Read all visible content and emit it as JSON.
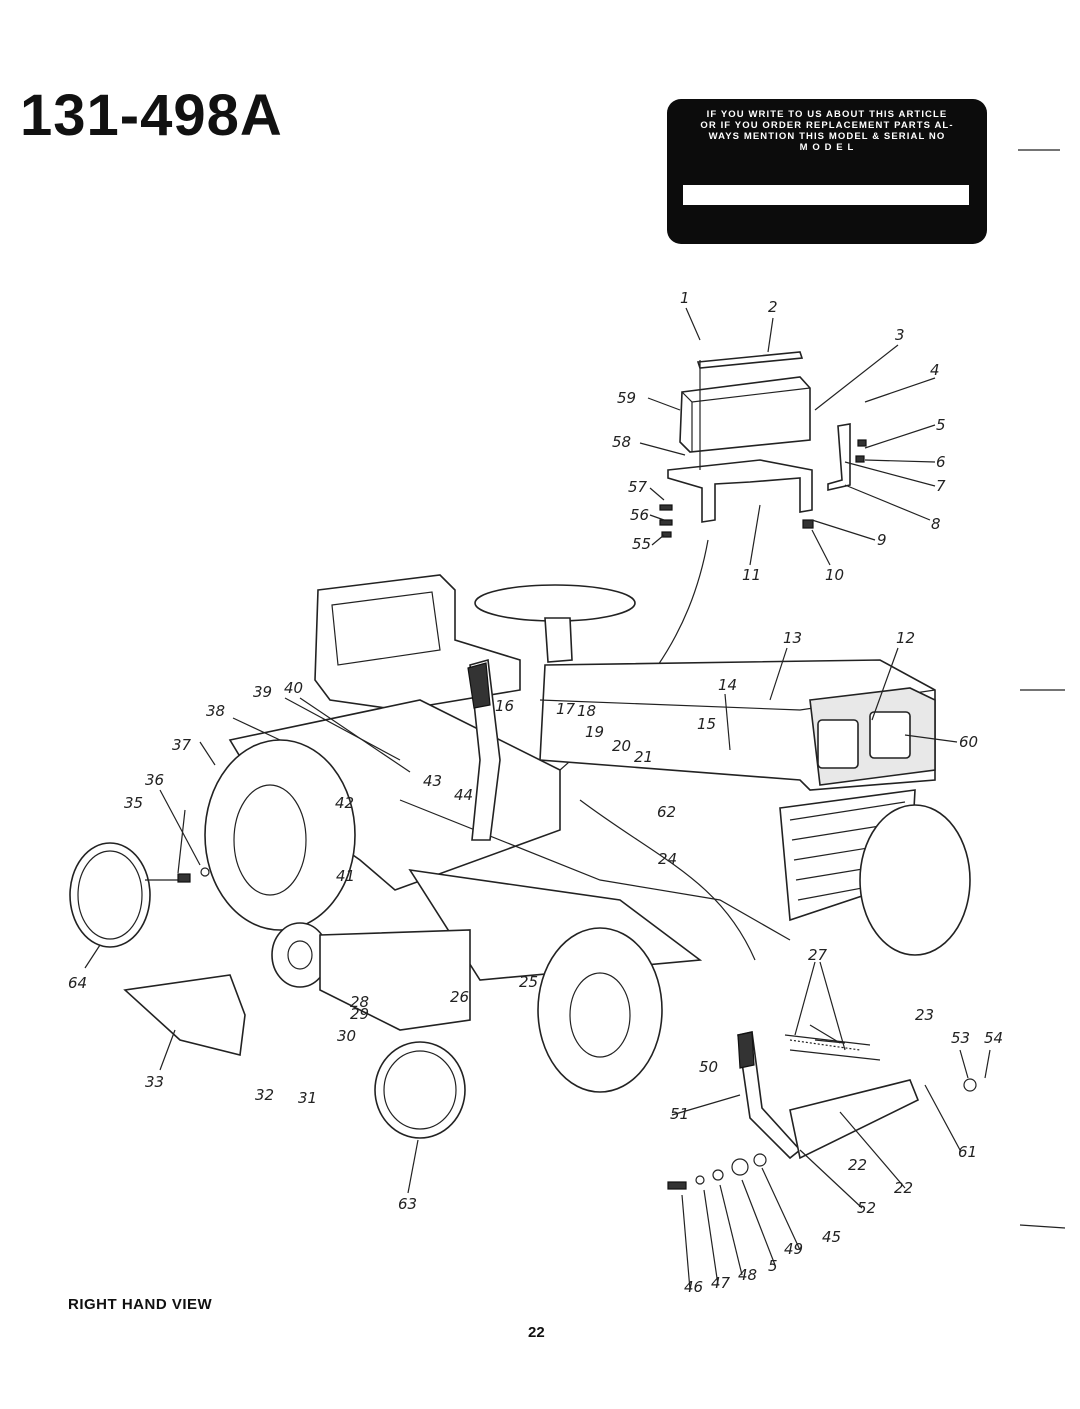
{
  "header": {
    "model_number": "131-498A"
  },
  "notice": {
    "lines": [
      "IF YOU WRITE TO US ABOUT THIS ARTICLE",
      "OR IF YOU ORDER REPLACEMENT PARTS AL-",
      "WAYS MENTION THIS MODEL & SERIAL NO",
      "M O D E L"
    ],
    "model_field_value": ""
  },
  "callouts": [
    "1",
    "2",
    "3",
    "4",
    "5",
    "6",
    "7",
    "8",
    "9",
    "10",
    "11",
    "12",
    "13",
    "14",
    "15",
    "16",
    "17",
    "18",
    "19",
    "20",
    "21",
    "22",
    "22",
    "23",
    "24",
    "25",
    "26",
    "27",
    "28",
    "29",
    "30",
    "31",
    "32",
    "33",
    "35",
    "36",
    "37",
    "38",
    "39",
    "40",
    "41",
    "42",
    "43",
    "44",
    "45",
    "46",
    "47",
    "48",
    "49",
    "5",
    "50",
    "51",
    "52",
    "53",
    "54",
    "55",
    "56",
    "57",
    "58",
    "59",
    "60",
    "61",
    "62",
    "63",
    "64"
  ],
  "footer": {
    "view_caption": "RIGHT HAND VIEW",
    "page_number": "22"
  },
  "colors": {
    "ink": "#111111",
    "notice_background": "#0c0c0c",
    "page": "#ffffff"
  }
}
